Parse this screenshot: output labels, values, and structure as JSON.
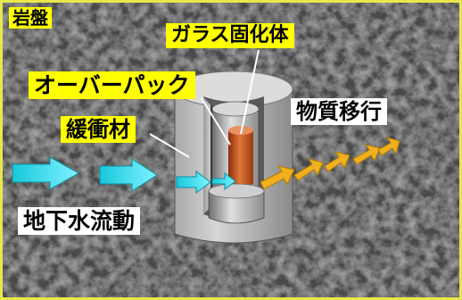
{
  "labels": {
    "rock": "岩盤",
    "glass": "ガラス固化体",
    "overpack": "オーバーパック",
    "buffer": "緩衝材",
    "migration": "物質移行",
    "groundwater": "地下水流動"
  },
  "colors": {
    "label_bg": "#ffff00",
    "rock_border": "#e8e84a",
    "groundwater_arrow": "#22ddee",
    "migration_arrow": "#f0b020",
    "glass_core": "#c8501a"
  }
}
